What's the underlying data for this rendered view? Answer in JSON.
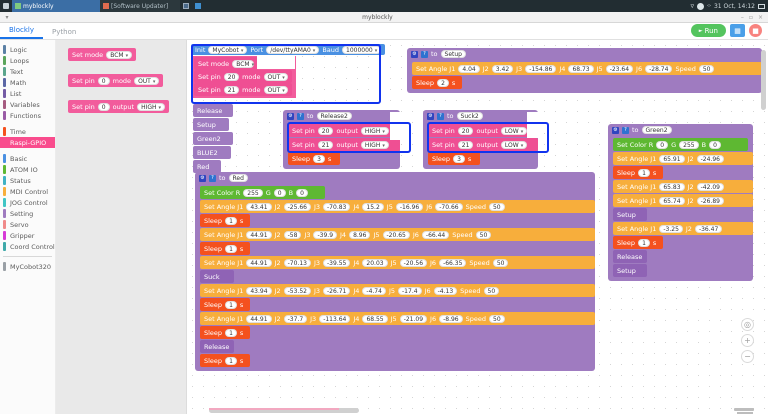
{
  "taskbar": {
    "menu_icon": "raspberry-menu-icon",
    "windows": [
      {
        "label": "myblockly",
        "icon": "window-icon",
        "active": true
      },
      {
        "label": "[Software Updater]",
        "icon": "updater-icon",
        "active": false
      }
    ],
    "tray": [
      "screenshot-icon",
      "volume-icon"
    ],
    "wifi_icon": "wifi-icon",
    "bluetooth_icon": "bluetooth-icon",
    "clock": "31 Oct, 14:12",
    "battery_icon": "battery-icon"
  },
  "window": {
    "title": "myblockly",
    "minimize": "–",
    "maximize": "▫",
    "close": "×"
  },
  "tabs": [
    {
      "label": "Blockly",
      "active": true
    },
    {
      "label": "Python",
      "active": false
    }
  ],
  "toolbar": {
    "run_label": "Run",
    "run_icon": "play-icon",
    "grid_icon": "grid-icon",
    "stop_icon": "stop-icon"
  },
  "toolbox": {
    "categories": [
      {
        "label": "Logic",
        "color": "#5b80a5"
      },
      {
        "label": "Loops",
        "color": "#5ba55b"
      },
      {
        "label": "Text",
        "color": "#5ba58c"
      },
      {
        "label": "Math",
        "color": "#5b67a5"
      },
      {
        "label": "List",
        "color": "#745ba5"
      },
      {
        "label": "Variables",
        "color": "#a55b80"
      },
      {
        "label": "Functions",
        "color": "#995ba5"
      },
      {
        "label": "Time",
        "color": "#f4511e",
        "gap_before": true
      },
      {
        "label": "Raspi-GPIO",
        "color": "#f94c8d",
        "selected": true
      },
      {
        "label": "Basic",
        "color": "#4a90e2",
        "gap_before": true
      },
      {
        "label": "ATOM IO",
        "color": "#5eb832"
      },
      {
        "label": "Status",
        "color": "#3fb2c4"
      },
      {
        "label": "MDI Control",
        "color": "#f7ae3c"
      },
      {
        "label": "JOG Control",
        "color": "#41c5c5"
      },
      {
        "label": "Setting",
        "color": "#9f7bc0"
      },
      {
        "label": "Servo",
        "color": "#f08a8a"
      },
      {
        "label": "Gripper",
        "color": "#d63ad6"
      },
      {
        "label": "Coord Control",
        "color": "#3fa9a9"
      },
      {
        "label": "MyCobot320",
        "color": "#9aa0a6",
        "sep_before": true
      }
    ]
  },
  "flyout": {
    "blocks": [
      {
        "name": "set-mode-block",
        "text": "Set mode",
        "fields": [
          {
            "value": "BCM",
            "dropdown": true
          }
        ]
      },
      {
        "name": "set-pin-mode-block",
        "text": "Set pin",
        "fields": [
          {
            "value": "0"
          },
          {
            "label": "mode"
          },
          {
            "value": "OUT",
            "dropdown": true
          }
        ]
      },
      {
        "name": "set-pin-output-block",
        "text": "Set pin",
        "fields": [
          {
            "value": "0"
          },
          {
            "label": "output"
          },
          {
            "value": "HIGH",
            "dropdown": true
          }
        ]
      }
    ]
  },
  "workspace": {
    "init_block": {
      "label": "Init",
      "robot": "MyCobot",
      "port_label": "Port",
      "port": "/dev/ttyAMA0",
      "baud_label": "Baud",
      "baud": "1000000",
      "rows": [
        {
          "text": "Set mode",
          "fields": [
            "BCM"
          ]
        },
        {
          "text": "Set pin",
          "pin": "20",
          "mid": "mode",
          "value": "OUT"
        },
        {
          "text": "Set pin",
          "pin": "21",
          "mid": "mode",
          "value": "OUT"
        }
      ],
      "selected": true
    },
    "stack_left": [
      "Release",
      "Setup",
      "Green2",
      "BLUE2",
      "Red"
    ],
    "proc_release": {
      "to": "to",
      "name": "Release2",
      "rows": [
        {
          "text": "Set pin",
          "pin": "20",
          "mid": "output",
          "value": "HIGH"
        },
        {
          "text": "Set pin",
          "pin": "21",
          "mid": "output",
          "value": "HIGH"
        }
      ],
      "sleep": {
        "label": "Sleep",
        "value": "3",
        "unit": "s"
      },
      "selected": true
    },
    "proc_suck": {
      "to": "to",
      "name": "Suck2",
      "rows": [
        {
          "text": "Set pin",
          "pin": "20",
          "mid": "output",
          "value": "LOW"
        },
        {
          "text": "Set pin",
          "pin": "21",
          "mid": "output",
          "value": "LOW"
        }
      ],
      "sleep": {
        "label": "Sleep",
        "value": "3",
        "unit": "s"
      },
      "selected": true
    },
    "proc_setup": {
      "to": "to",
      "name": "Setup",
      "angle": {
        "label": "Set Angle J1",
        "j1": "4.04",
        "j2_label": "J2",
        "j2": "3.42",
        "j3_label": "J3",
        "j3": "-154.86",
        "j4_label": "J4",
        "j4": "68.73",
        "j5_label": "J5",
        "j5": "-23.64",
        "j6_label": "J6",
        "j6": "-28.74",
        "speed_label": "Speed",
        "speed": "50"
      },
      "sleep": {
        "label": "Sleep",
        "value": "2",
        "unit": "s"
      }
    },
    "proc_red": {
      "to": "to",
      "name": "Red",
      "color": {
        "label": "Set Color R",
        "r": "255",
        "g_label": "G",
        "g": "0",
        "b_label": "B",
        "b": "0"
      },
      "items": [
        {
          "kind": "angle",
          "label": "Set Angle J1",
          "j1": "43.41",
          "j2": "-25.66",
          "j3": "-70.83",
          "j4": "15.2",
          "j5": "-16.96",
          "j6": "-70.66",
          "speed": "50"
        },
        {
          "kind": "sleep",
          "label": "Sleep",
          "value": "1",
          "unit": "s"
        },
        {
          "kind": "angle",
          "label": "Set Angle J1",
          "j1": "44.91",
          "j2": "-58",
          "j3": "-39.9",
          "j4": "8.96",
          "j5": "-20.65",
          "j6": "-66.44",
          "speed": "50"
        },
        {
          "kind": "sleep",
          "label": "Sleep",
          "value": "1",
          "unit": "s"
        },
        {
          "kind": "angle",
          "label": "Set Angle J1",
          "j1": "44.91",
          "j2": "-70.13",
          "j3": "-39.55",
          "j4": "20.03",
          "j5": "-20.56",
          "j6": "-66.35",
          "speed": "50"
        },
        {
          "kind": "call",
          "label": "Suck"
        },
        {
          "kind": "angle",
          "label": "Set Angle J1",
          "j1": "43.94",
          "j2": "-53.52",
          "j3": "-26.71",
          "j4": "-4.74",
          "j5": "-17.4",
          "j6": "-4.13",
          "speed": "50"
        },
        {
          "kind": "sleep",
          "label": "Sleep",
          "value": "1",
          "unit": "s"
        },
        {
          "kind": "angle",
          "label": "Set Angle J1",
          "j1": "44.91",
          "j2": "-37.7",
          "j3": "-113.64",
          "j4": "68.55",
          "j5": "-21.09",
          "j6": "-8.96",
          "speed": "50"
        },
        {
          "kind": "sleep",
          "label": "Sleep",
          "value": "1",
          "unit": "s"
        },
        {
          "kind": "call",
          "label": "Release"
        },
        {
          "kind": "sleep",
          "label": "Sleep",
          "value": "1",
          "unit": "s"
        }
      ],
      "j2_label": "J2",
      "j3_label": "J3",
      "j4_label": "J4",
      "j5_label": "J5",
      "j6_label": "J6",
      "speed_label": "Speed"
    },
    "proc_green2": {
      "to": "to",
      "name": "Green2",
      "color": {
        "label": "Set Color R",
        "r": "0",
        "g_label": "G",
        "g": "255",
        "b_label": "B",
        "b": "0"
      },
      "items": [
        {
          "kind": "angle",
          "label": "Set Angle J1",
          "j1": "65.91",
          "j2": "-24.96"
        },
        {
          "kind": "sleep",
          "label": "Sleep",
          "value": "1",
          "unit": "s"
        },
        {
          "kind": "angle",
          "label": "Set Angle J1",
          "j1": "65.83",
          "j2": "-42.09"
        },
        {
          "kind": "angle",
          "label": "Set Angle J1",
          "j1": "65.74",
          "j2": "-26.89"
        },
        {
          "kind": "call",
          "label": "Setup"
        },
        {
          "kind": "angle",
          "label": "Set Angle J1",
          "j1": "-3.25",
          "j2": "-36.47"
        },
        {
          "kind": "sleep",
          "label": "Sleep",
          "value": "1",
          "unit": "s"
        },
        {
          "kind": "call",
          "label": "Release"
        },
        {
          "kind": "call",
          "label": "Setup"
        }
      ],
      "j2_label": "J2"
    },
    "zoom_controls": {
      "center_icon": "target-icon",
      "zoom_in": "+",
      "zoom_out": "−",
      "trash_icon": "trash-icon"
    }
  },
  "colors": {
    "accent_pink": "#f94c8d",
    "run_green": "#54c45e",
    "selection_blue": "#1133ee",
    "tab_active": "#1a73e8"
  }
}
